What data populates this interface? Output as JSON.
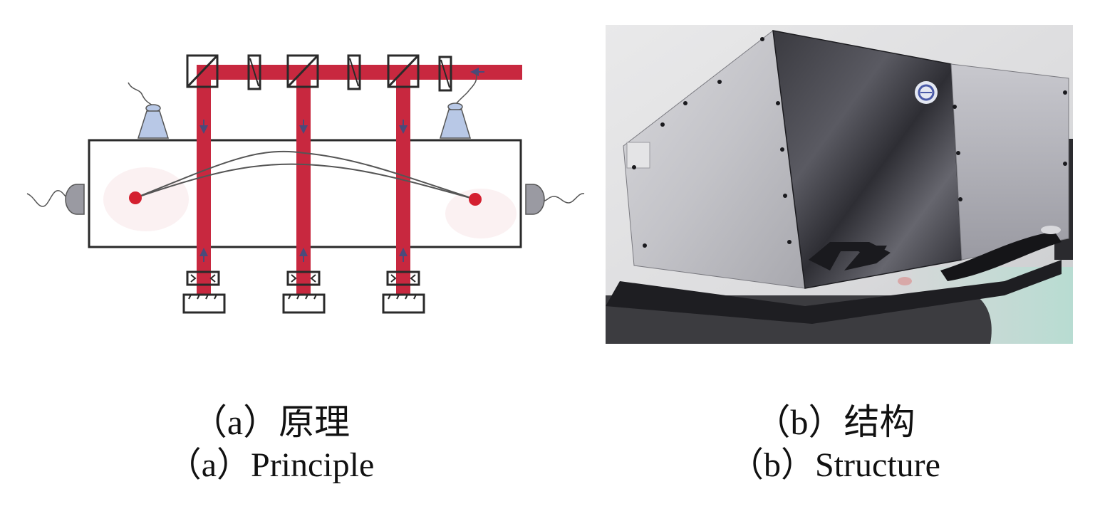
{
  "figure": {
    "panels": [
      {
        "id": "a",
        "caption_zh": "（a）原理",
        "caption_en": "（a）Principle",
        "type": "schematic",
        "components": {
          "beam_splitters": 3,
          "polarizers_on_input_beam": 3,
          "vertical_probe_beams": 3,
          "waveplates": 3,
          "retro_reflectors": 3,
          "top_detectors": 2,
          "side_detectors": 2,
          "atom_clouds": 2,
          "trajectory_arcs": 2
        },
        "beam_direction": "right-to-left along top, then down through chamber; reflected back upward"
      },
      {
        "id": "b",
        "caption_zh": "（b）结构",
        "caption_en": "（b）Structure",
        "type": "photograph",
        "subject": "metal instrument enclosure on rotating mount"
      }
    ]
  },
  "colors": {
    "beam": "#c8283f",
    "atom": "#d42030",
    "detector_top": "#b8c8e6",
    "detector_side": "#9a9aa2",
    "outline": "#2a2a2a",
    "arrow": "#4a4a7a"
  }
}
